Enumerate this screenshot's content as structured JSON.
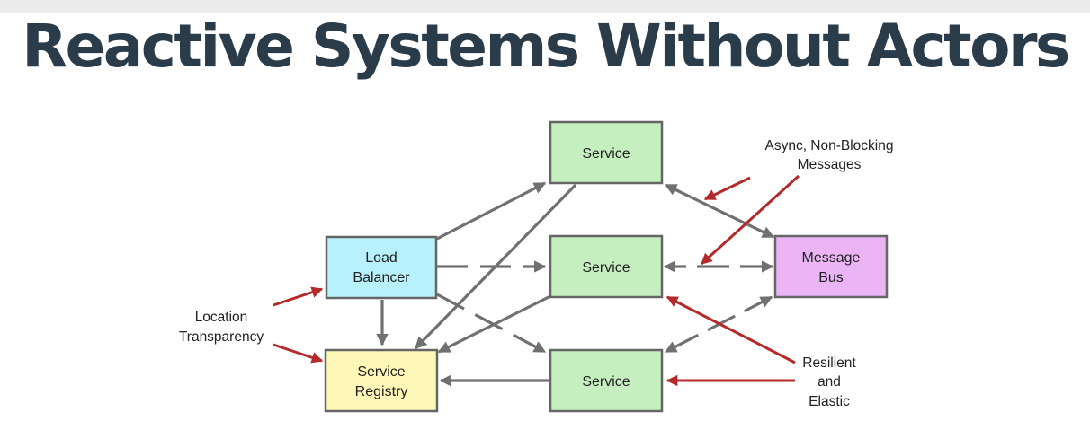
{
  "slide": {
    "title": "Reactive Systems Without Actors"
  },
  "nodes": {
    "service_top": {
      "label": "Service",
      "fill": "#c6efc0"
    },
    "service_mid": {
      "label": "Service",
      "fill": "#c6efc0"
    },
    "service_bottom": {
      "label": "Service",
      "fill": "#c6efc0"
    },
    "load_balancer": {
      "label_line1": "Load",
      "label_line2": "Balancer",
      "fill": "#b8f0fb"
    },
    "message_bus": {
      "label_line1": "Message",
      "label_line2": "Bus",
      "fill": "#eab4f5"
    },
    "service_registry": {
      "label_line1": "Service",
      "label_line2": "Registry",
      "fill": "#fdf7b8"
    }
  },
  "annotations": {
    "async_messages": {
      "line1": "Async, Non-Blocking",
      "line2": "Messages"
    },
    "location_transparency": {
      "line1": "Location",
      "line2": "Transparency"
    },
    "resilient_elastic": {
      "line1": "Resilient",
      "line2": "and",
      "line3": "Elastic"
    }
  },
  "colors": {
    "title": "#2a3b4a",
    "connector": "#707070",
    "annotation_arrow": "#b42a2a",
    "box_border": "#666666"
  }
}
